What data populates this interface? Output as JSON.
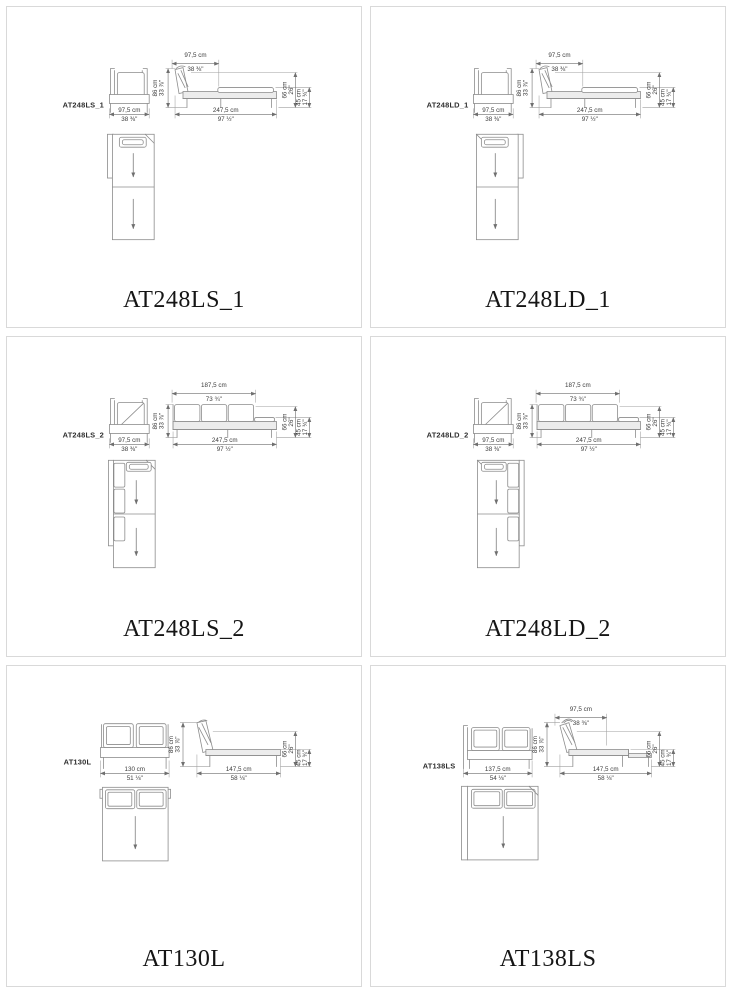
{
  "document": {
    "type": "furniture technical drawing catalog sheet"
  },
  "colors": {
    "background": "#ffffff",
    "cell_border": "#d9d9d9",
    "drawing_line": "#8c8c8c",
    "dimension_text": "#3c3c3c",
    "caption_text": "#151515"
  },
  "cells": [
    {
      "label": "AT248LS_1",
      "caption": "AT248LS_1",
      "dims": {
        "top_width": {
          "cm": "97,5 cm",
          "in": "38 ⅜\""
        },
        "height": {
          "cm": "86 cm",
          "in": "33 ⅞\""
        },
        "back_height": {
          "cm": "66 cm",
          "in": "26\""
        },
        "seat_height": {
          "cm": "45 cm",
          "in": "17 ¾\""
        },
        "front_width": {
          "cm": "97,5 cm",
          "in": "38 ⅜\""
        },
        "total_length": {
          "cm": "247,5 cm",
          "in": "97 ½\""
        }
      }
    },
    {
      "label": "AT248LD_1",
      "caption": "AT248LD_1",
      "dims": {
        "top_width": {
          "cm": "97,5 cm",
          "in": "38 ⅜\""
        },
        "height": {
          "cm": "86 cm",
          "in": "33 ⅞\""
        },
        "back_height": {
          "cm": "66 cm",
          "in": "26\""
        },
        "seat_height": {
          "cm": "45 cm",
          "in": "17 ¾\""
        },
        "front_width": {
          "cm": "97,5 cm",
          "in": "38 ⅜\""
        },
        "total_length": {
          "cm": "247,5 cm",
          "in": "97 ½\""
        }
      }
    },
    {
      "label": "AT248LS_2",
      "caption": "AT248LS_2",
      "dims": {
        "top_width": {
          "cm": "187,5 cm",
          "in": "73 ¾\""
        },
        "height": {
          "cm": "86 cm",
          "in": "33 ⅞\""
        },
        "back_height": {
          "cm": "66 cm",
          "in": "26\""
        },
        "seat_height": {
          "cm": "45 cm",
          "in": "17 ¾\""
        },
        "front_width": {
          "cm": "97,5 cm",
          "in": "38 ⅜\""
        },
        "total_length": {
          "cm": "247,5 cm",
          "in": "97 ½\""
        }
      }
    },
    {
      "label": "AT248LD_2",
      "caption": "AT248LD_2",
      "dims": {
        "top_width": {
          "cm": "187,5 cm",
          "in": "73 ¾\""
        },
        "height": {
          "cm": "86 cm",
          "in": "33 ⅞\""
        },
        "back_height": {
          "cm": "66 cm",
          "in": "26\""
        },
        "seat_height": {
          "cm": "45 cm",
          "in": "17 ¾\""
        },
        "front_width": {
          "cm": "97,5 cm",
          "in": "38 ⅜\""
        },
        "total_length": {
          "cm": "247,5 cm",
          "in": "97 ½\""
        }
      }
    },
    {
      "label": "AT130L",
      "caption": "AT130L",
      "dims": {
        "height": {
          "cm": "86 cm",
          "in": "33 ⅞\""
        },
        "back_height": {
          "cm": "66 cm",
          "in": "26\""
        },
        "seat_height": {
          "cm": "45 cm",
          "in": "17 ¾\""
        },
        "front_width": {
          "cm": "130 cm",
          "in": "51 ⅛\""
        },
        "total_length": {
          "cm": "147,5 cm",
          "in": "58 ⅛\""
        }
      }
    },
    {
      "label": "AT138LS",
      "caption": "AT138LS",
      "dims": {
        "top_width": {
          "cm": "97,5 cm",
          "in": "38 ⅜\""
        },
        "height": {
          "cm": "86 cm",
          "in": "33 ⅞\""
        },
        "back_height": {
          "cm": "66 cm",
          "in": "26\""
        },
        "seat_height": {
          "cm": "45 cm",
          "in": "17 ¾\""
        },
        "front_width": {
          "cm": "137,5 cm",
          "in": "54 ⅛\""
        },
        "total_length": {
          "cm": "147,5 cm",
          "in": "58 ⅛\""
        }
      }
    }
  ]
}
